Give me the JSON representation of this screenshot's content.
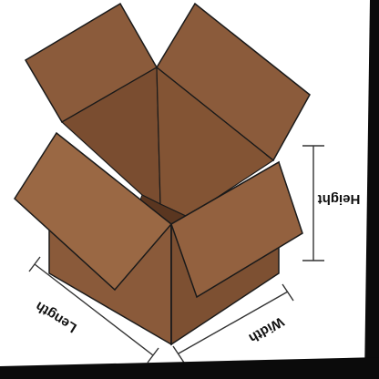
{
  "labels": {
    "height": "Height",
    "width": "Width",
    "length": "Length"
  },
  "colors": {
    "box_main": "#8a5a3a",
    "box_light": "#9a6844",
    "box_dark": "#6f4529",
    "box_inner": "#7a4d30",
    "outline": "#1a1a1a",
    "frame": "#0b0b0b"
  }
}
